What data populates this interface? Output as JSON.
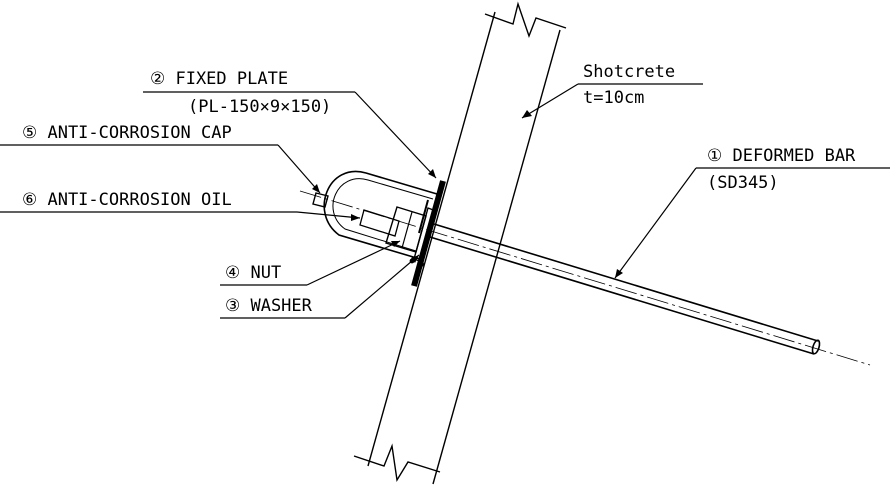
{
  "labels": {
    "fixed_plate": "② FIXED PLATE",
    "fixed_plate_spec": "(PL-150×9×150)",
    "anti_corrosion_cap": "⑤ ANTI-CORROSION CAP",
    "anti_corrosion_oil": "⑥ ANTI-CORROSION OIL",
    "nut": "④ NUT",
    "washer": "③ WASHER",
    "shotcrete": "Shotcrete",
    "shotcrete_thickness": "t=10cm",
    "deformed_bar": "① DEFORMED BAR",
    "deformed_bar_grade": "(SD345)"
  }
}
